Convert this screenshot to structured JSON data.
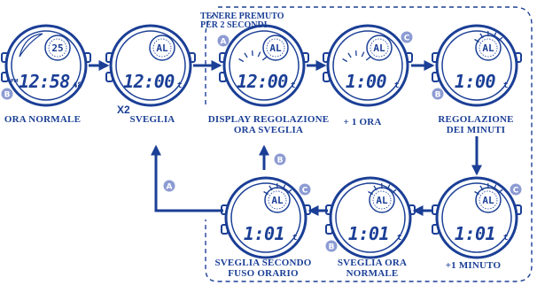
{
  "note": {
    "line1": "TENERE PREMUTO",
    "line2": "PER 2 SECONDI"
  },
  "steps": [
    {
      "line1": "ORA NORMALE",
      "line2": "",
      "lcd": "12:58",
      "lcd_small": "48",
      "lcd_prefix": "PM",
      "top_digits": "25",
      "badges": [
        {
          "letter": "B",
          "corner": "lower-left"
        }
      ]
    },
    {
      "line1": "SVEGLIA",
      "line2": "",
      "lcd": "12:00",
      "lcd_small": "t",
      "lcd_prefix": "",
      "top_digits": "AL",
      "badges": []
    },
    {
      "line1": "DISPLAY REGOLAZIONE",
      "line2": "ORA SVEGLIA",
      "lcd": "12:00",
      "lcd_small": "t",
      "lcd_prefix": "",
      "top_digits": "AL",
      "badges": [
        {
          "letter": "A",
          "corner": "upper-left"
        }
      ]
    },
    {
      "line1": "+ 1 ORA",
      "line2": "",
      "lcd": "1:00",
      "lcd_small": "t",
      "lcd_prefix": "",
      "top_digits": "AL",
      "badges": [
        {
          "letter": "C",
          "corner": "upper-right"
        }
      ]
    },
    {
      "line1": "REGOLAZIONE",
      "line2": "DEI MINUTI",
      "lcd": "1:00",
      "lcd_small": "t",
      "lcd_prefix": "",
      "top_digits": "AL",
      "badges": [
        {
          "letter": "B",
          "corner": "lower-left"
        }
      ]
    },
    {
      "line1": "+1 MINUTO",
      "line2": "",
      "lcd": "1:01",
      "lcd_small": "t",
      "lcd_prefix": "",
      "top_digits": "AL",
      "badges": [
        {
          "letter": "C",
          "corner": "upper-right"
        }
      ]
    },
    {
      "line1": "SVEGLIA ORA",
      "line2": "NORMALE",
      "lcd": "1:01",
      "lcd_small": "t",
      "lcd_prefix": "",
      "top_digits": "AL",
      "badges": [
        {
          "letter": "B",
          "corner": "lower-left"
        }
      ]
    },
    {
      "line1": "SVEGLIA SECONDO",
      "line2": "FUSO ORARIO",
      "lcd": "1:01",
      "lcd_small": "t",
      "lcd_prefix": "",
      "top_digits": "AL",
      "badges": [
        {
          "letter": "C",
          "corner": "upper-right"
        }
      ]
    }
  ],
  "press_labels": {
    "sveglia_multiplier": "X2",
    "return_button": "A",
    "return_sveglia_button": "B"
  },
  "colors": {
    "primary": "#1b3f96",
    "badge": "#8d9bd3",
    "badge_text": "#ffffff",
    "background": "#ffffff"
  }
}
